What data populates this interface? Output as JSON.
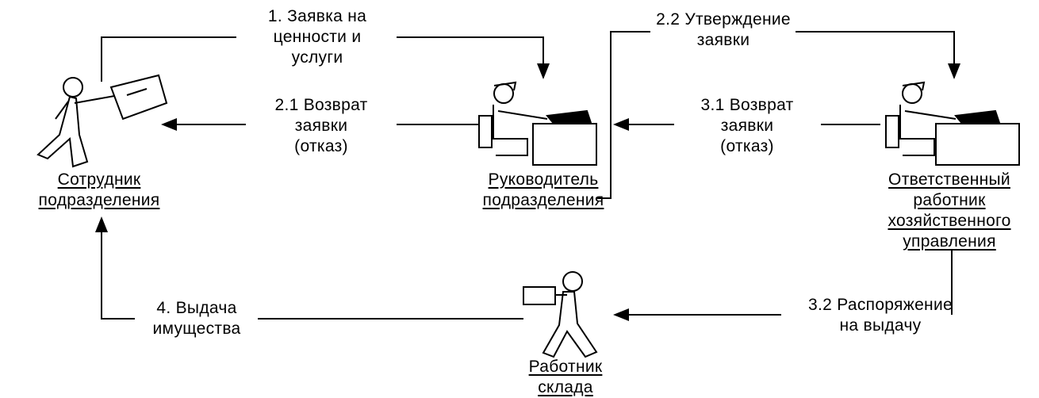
{
  "roles": {
    "employee": [
      "Сотрудник",
      "подразделения"
    ],
    "head": [
      "Руководитель",
      "подразделения"
    ],
    "responsible": [
      "Ответственный",
      "работник",
      "хозяйственного",
      "управления"
    ],
    "warehouse": [
      "Работник",
      "склада"
    ]
  },
  "flows": {
    "f1": [
      "1. Заявка на",
      "ценности и",
      "услуги"
    ],
    "f21": [
      "2.1 Возврат",
      "заявки",
      "(отказ)"
    ],
    "f22": [
      "2.2 Утверждение",
      "заявки"
    ],
    "f31": [
      "3.1 Возврат",
      "заявки",
      "(отказ)"
    ],
    "f32": [
      "3.2 Распоряжение",
      "на выдачу"
    ],
    "f4": [
      "4. Выдача",
      "имущества"
    ]
  }
}
